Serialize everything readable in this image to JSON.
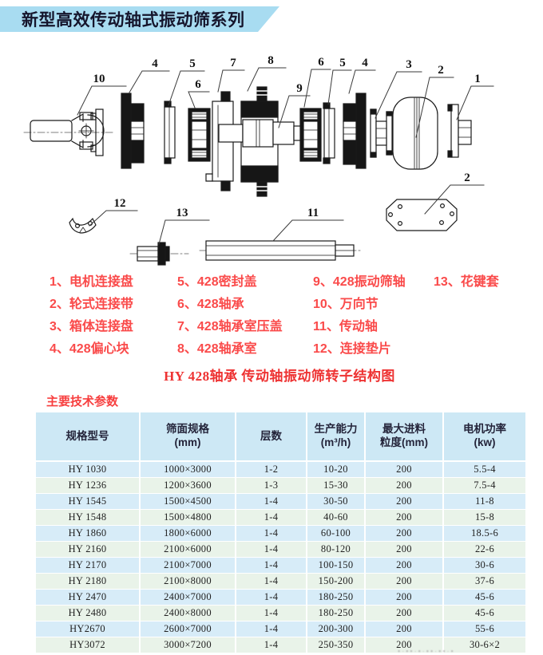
{
  "banner": {
    "title": "新型高效传动轴式振动筛系列"
  },
  "diagram": {
    "caption": "HY 428轴承 传动轴振动筛转子结构图",
    "callouts": [
      "10",
      "4",
      "5",
      "6",
      "7",
      "8",
      "9",
      "6",
      "5",
      "4",
      "3",
      "2",
      "1",
      "2",
      "12",
      "13",
      "11"
    ]
  },
  "parts_list": {
    "col1": [
      "1、电机连接盘",
      "2、轮式连接带",
      "3、箱体连接盘",
      "4、428偏心块"
    ],
    "col2": [
      "5、428密封盖",
      "6、428轴承",
      "7、428轴承室压盖",
      "8、428轴承室"
    ],
    "col3": [
      "9、428振动筛轴",
      "10、万向节",
      "11、传动轴",
      "12、连接垫片"
    ],
    "col4": [
      "13、花键套"
    ]
  },
  "section": {
    "params_heading": "主要技术参数"
  },
  "table": {
    "headers": [
      "规格型号",
      "筛面规格\n(mm)",
      "层数",
      "生产能力\n(m³/h)",
      "最大进料\n粒度(mm)",
      "电机功率\n(kw)"
    ],
    "rows": [
      [
        "HY 1030",
        "1000×3000",
        "1-2",
        "10-20",
        "200",
        "5.5-4"
      ],
      [
        "HY 1236",
        "1200×3600",
        "1-3",
        "15-30",
        "200",
        "7.5-4"
      ],
      [
        "HY 1545",
        "1500×4500",
        "1-4",
        "30-50",
        "200",
        "11-8"
      ],
      [
        "HY 1548",
        "1500×4800",
        "1-4",
        "40-60",
        "200",
        "15-8"
      ],
      [
        "HY 1860",
        "1800×6000",
        "1-4",
        "60-100",
        "200",
        "18.5-6"
      ],
      [
        "HY 2160",
        "2100×6000",
        "1-4",
        "80-120",
        "200",
        "22-6"
      ],
      [
        "HY 2170",
        "2100×7000",
        "1-4",
        "100-150",
        "200",
        "30-6"
      ],
      [
        "HY 2180",
        "2100×8000",
        "1-4",
        "150-200",
        "200",
        "37-6"
      ],
      [
        "HY 2470",
        "2400×7000",
        "1-4",
        "180-250",
        "200",
        "45-6"
      ],
      [
        "HY 2480",
        "2400×8000",
        "1-4",
        "180-250",
        "200",
        "45-6"
      ],
      [
        "HY2670",
        "2600×7000",
        "1-4",
        "200-300",
        "200",
        "55-6"
      ],
      [
        "HY3072",
        "3000×7200",
        "1-4",
        "250-350",
        "200",
        "30-6×2"
      ]
    ]
  },
  "colors": {
    "banner_bg": "#a8dcf1",
    "list_red": "#fa4a4a",
    "caption_red": "#ee3232",
    "header_bg": "#cde8f5",
    "row_blue": "#d7ecf8",
    "row_green": "#e9f3e9"
  },
  "watermark_glyphs": "▪·▪▪·▪·▪▪·▪▪·▪"
}
